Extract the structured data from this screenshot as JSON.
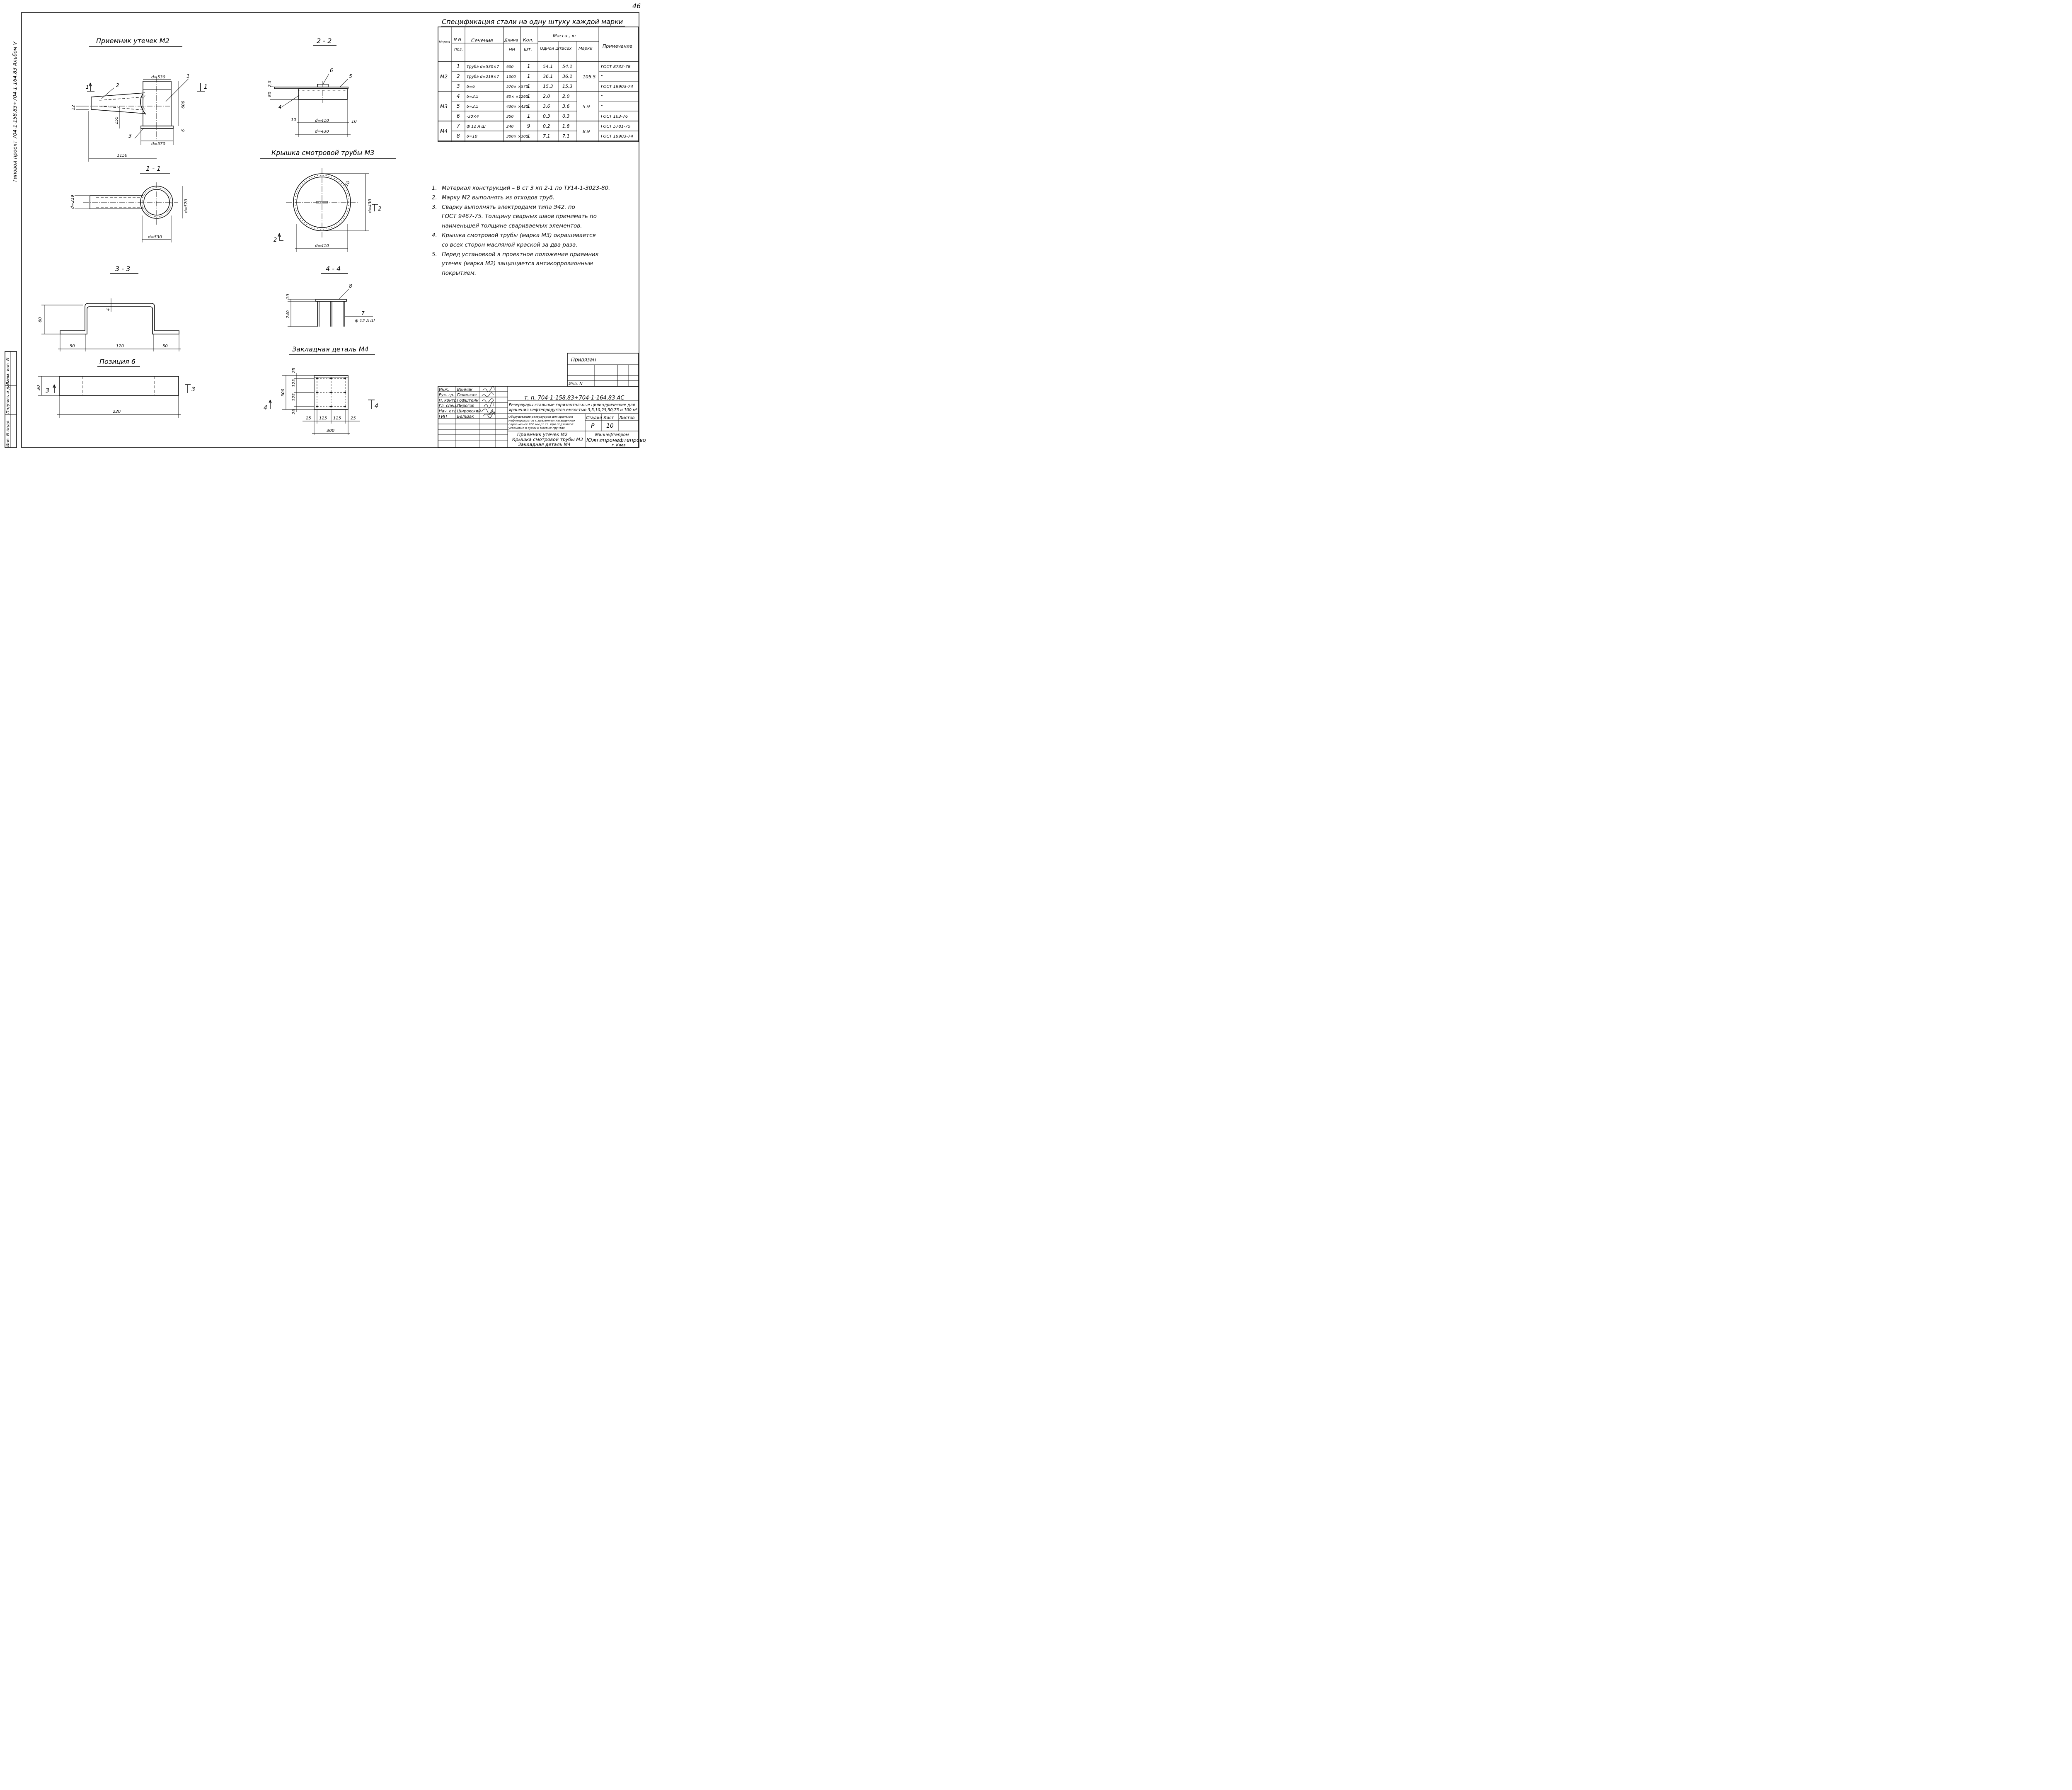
{
  "page_number": "46",
  "side_label": "Типовой проект 704-1-158.83÷704-1-164.83 Альбом V",
  "views": {
    "m2_title": "Приемник утечек М2",
    "m2_dims": {
      "d530": "d=530",
      "d570": "d=570",
      "l1150": "1150",
      "h600": "600",
      "h155": "155",
      "h12": "12",
      "h6": "6"
    },
    "m2_positions": [
      "1",
      "2",
      "3"
    ],
    "section_mark": "1",
    "view_1_1": "1 - 1",
    "v11_dims": {
      "d219": "d=219",
      "d570": "d=570",
      "d530": "d=530"
    },
    "view_2_2": "2 - 2",
    "v22_dims": {
      "h2_5": "2,5",
      "h80": "80",
      "d410": "d=410",
      "d430": "d=430",
      "a10": "10",
      "b10": "10"
    },
    "v22_positions": [
      "4",
      "5",
      "6"
    ],
    "m3_title": "Крышка смотровой трубы М3",
    "m3_dims": {
      "d430": "d=430",
      "d410": "d=410",
      "h10": "10"
    },
    "section_2": "2",
    "view_3_3": "3 - 3",
    "v33_dims": {
      "h60": "60",
      "h4": "4",
      "w50a": "50",
      "w120": "120",
      "w50b": "50"
    },
    "pos6_title": "Позиция 6",
    "pos6_dims": {
      "h30": "30",
      "w220": "220"
    },
    "section_3": "3",
    "view_4_4": "4 - 4",
    "v44_dims": {
      "h10": "10",
      "h240": "240",
      "rebar": "ф 12 А Ш"
    },
    "v44_positions": [
      "8",
      "7"
    ],
    "m4_title": "Закладная деталь М4",
    "m4_dims": {
      "v25a": "25",
      "v125a": "125",
      "v125b": "125",
      "v25b": "25",
      "v300": "300",
      "h25a": "25",
      "h125a": "125",
      "h125b": "125",
      "h25b": "25",
      "h300": "300"
    },
    "section_4": "4"
  },
  "spec": {
    "title": "Спецификация стали на одну штуку каждой марки",
    "headers": {
      "mark": "Марка",
      "nn": "N N",
      "nn2": "поз.",
      "section": "Сечение",
      "length": "Длина",
      "length_unit": "мм",
      "qty": "Кол.",
      "qty_unit": "шт.",
      "mass": "Масса , кг",
      "one": "Одной шт.",
      "all": "Всех",
      "marks": "Марки",
      "note": "Примечание"
    },
    "groups": [
      {
        "mark": "М2",
        "total": "105.5",
        "rows": [
          {
            "pos": "1",
            "section": "Труба d=530×7",
            "length": "600",
            "qty": "1",
            "one": "54.1",
            "all": "54.1",
            "note": "ГОСТ 8732-78"
          },
          {
            "pos": "2",
            "section": "Труба d=219×7",
            "length": "1000",
            "qty": "1",
            "one": "36.1",
            "all": "36.1",
            "note": "\""
          },
          {
            "pos": "3",
            "section": "δ=6",
            "length": "570× ×570",
            "qty": "1",
            "one": "15.3",
            "all": "15.3",
            "note": "ГОСТ 19903-74"
          }
        ]
      },
      {
        "mark": "М3",
        "total": "5.9",
        "rows": [
          {
            "pos": "4",
            "section": "δ=2.5",
            "length": "80× ×1260",
            "qty": "1",
            "one": "2.0",
            "all": "2.0",
            "note": "\""
          },
          {
            "pos": "5",
            "section": "δ=2.5",
            "length": "430× ×430",
            "qty": "1",
            "one": "3.6",
            "all": "3.6",
            "note": "\""
          },
          {
            "pos": "6",
            "section": "-30×4",
            "length": "350",
            "qty": "1",
            "one": "0.3",
            "all": "0.3",
            "note": "ГОСТ 103-76"
          }
        ]
      },
      {
        "mark": "М4",
        "total": "8.9",
        "rows": [
          {
            "pos": "7",
            "section": "ф 12 А Ш",
            "length": "240",
            "qty": "9",
            "one": "0.2",
            "all": "1.8",
            "note": "ГОСТ 5781-75"
          },
          {
            "pos": "8",
            "section": "δ=10",
            "length": "300× ×300",
            "qty": "1",
            "one": "7.1",
            "all": "7.1",
            "note": "ГОСТ 19903-74"
          }
        ]
      }
    ]
  },
  "notes": [
    {
      "n": "1.",
      "lines": [
        "Материал конструкций – В ст 3 кп 2-1 по ТУ14-1-3023-80."
      ]
    },
    {
      "n": "2.",
      "lines": [
        "Марку М2 выполнять из отходов труб."
      ]
    },
    {
      "n": "3.",
      "lines": [
        "Сварку выполнять электродами типа Э42. по",
        "ГОСТ 9467-75. Толщину сварных швов принимать по",
        "наименьшей толщине свариваемых элементов."
      ]
    },
    {
      "n": "4.",
      "lines": [
        "Крышка смотровой трубы (марка М3) окрашивается",
        "со всех сторон масляной краской за два раза."
      ]
    },
    {
      "n": "5.",
      "lines": [
        "Перед установкой в проектное положение приемник",
        "утечек (марка М2) защищается антикоррозионным",
        "покрытием."
      ]
    }
  ],
  "binding": {
    "title": "Привязан",
    "inv": "Инв. N"
  },
  "stamp": {
    "roles": [
      "Инж.",
      "Рук. гр.",
      "Н. контр.",
      "Гл. спец.",
      "Нач. отд.",
      "ГИП"
    ],
    "names": [
      "Винник",
      "Галицкая",
      "Гофштейн",
      "Пирогов",
      "Широкский",
      "Бельзак"
    ],
    "code": "т. п. 704-1-158.83÷704-1-164.83 АС",
    "desc1": "Резервуары стальные горизонтальные цилиндрические для",
    "desc2": "хранения нефтепродуктов емкостью 3,5,10,25,50,75 и 100 м³",
    "desc3": [
      "Оборудование резервуаров для хранения",
      "нефтепродуктов с давлением насыщенных",
      "паров менее 200 мм рт.ст. при подземной",
      "установке в сухих и мокрых грунтах"
    ],
    "stage_h": "Стадия",
    "sheet_h": "Лист",
    "sheets_h": "Листов",
    "stage": "Р",
    "sheet": "10",
    "content": [
      "Приемник утечек М2",
      "Крышка смотровой трубы М3",
      "Закладная деталь М4"
    ],
    "org1": "Миннефтепром",
    "org2": "Южгипронефтепровод",
    "org3": "г. Киев"
  },
  "left_strip": [
    "Инв. N подл.",
    "Подпись и дата",
    "Взам. инв. N"
  ]
}
